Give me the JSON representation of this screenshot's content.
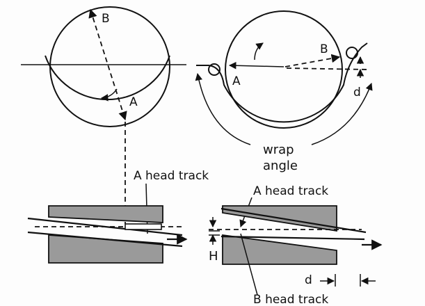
{
  "labels": {
    "left_b": "B",
    "left_a": "A",
    "right_b": "B",
    "right_a": "A",
    "d_top": "d",
    "wrap": "wrap",
    "angle": "angle",
    "a_head_track_left": "A head track",
    "a_head_track_right": "A head track",
    "h": "H",
    "d_bottom": "d",
    "b_head_track": "B head track"
  }
}
